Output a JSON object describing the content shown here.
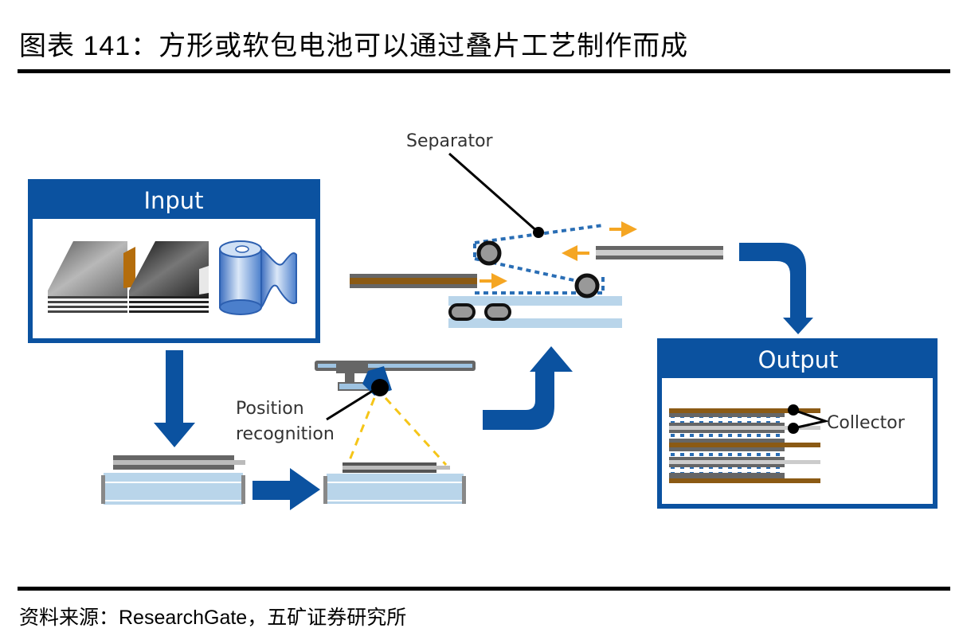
{
  "figure": {
    "title": "图表 141：方形或软包电池可以通过叠片工艺制作而成",
    "source": "资料来源：ResearchGate，五矿证券研究所"
  },
  "diagram": {
    "input_box": {
      "title": "Input",
      "items": [
        "cathode-stack",
        "anode-stack",
        "separator-roll"
      ]
    },
    "output_box": {
      "title": "Output",
      "annotation": "Collector"
    },
    "labels": {
      "separator": "Separator",
      "position_recognition_line1": "Position",
      "position_recognition_line2": "recognition"
    },
    "colors": {
      "brand_blue": "#0B52A0",
      "light_blue": "#B9D5EA",
      "arrow_orange": "#F5A623",
      "cathode_brown": "#8B5A14",
      "electrode_gray": "#666666",
      "separator_dots": "#2A6EB5"
    }
  }
}
